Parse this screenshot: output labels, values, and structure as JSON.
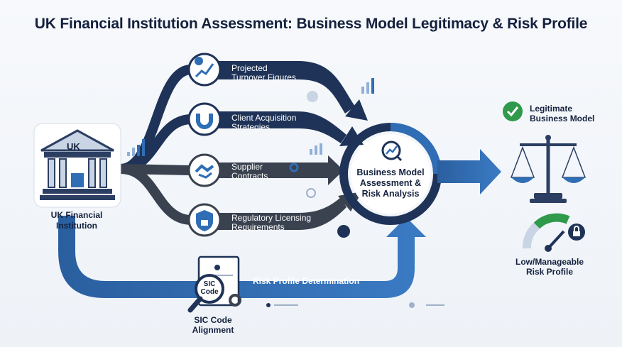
{
  "title": "UK Financial Institution Assessment: Business Model Legitimacy & Risk Profile",
  "institution": {
    "building_text": "UK",
    "label_line1": "UK Financial",
    "label_line2": "Institution"
  },
  "inputs": [
    {
      "line1": "Projected",
      "line2": "Turnover Figures",
      "icon": "turnover-chart-icon"
    },
    {
      "line1": "Client Acquisition",
      "line2": "Strategies",
      "icon": "magnet-icon"
    },
    {
      "line1": "Supplier",
      "line2": "Contracts",
      "icon": "handshake-icon"
    },
    {
      "line1": "Regulatory Licensing",
      "line2": "Requirements",
      "icon": "shield-lock-icon"
    }
  ],
  "center": {
    "line1": "Business Model",
    "line2": "Assessment &",
    "line3": "Risk Analysis"
  },
  "outcomes": {
    "legitimate_line1": "Legitimate",
    "legitimate_line2": "Business Model",
    "risk_line1": "Low/Manageable",
    "risk_line2": "Risk Profile"
  },
  "sic": {
    "badge_line1": "SIC",
    "badge_line2": "Code",
    "label_line1": "SIC Code",
    "label_line2": "Alignment"
  },
  "risk_path_label": "Risk Profile Determination",
  "colors": {
    "navy": "#1f3358",
    "blue": "#2f6db5",
    "charcoal": "#3a4250",
    "green": "#2e9a4a"
  }
}
